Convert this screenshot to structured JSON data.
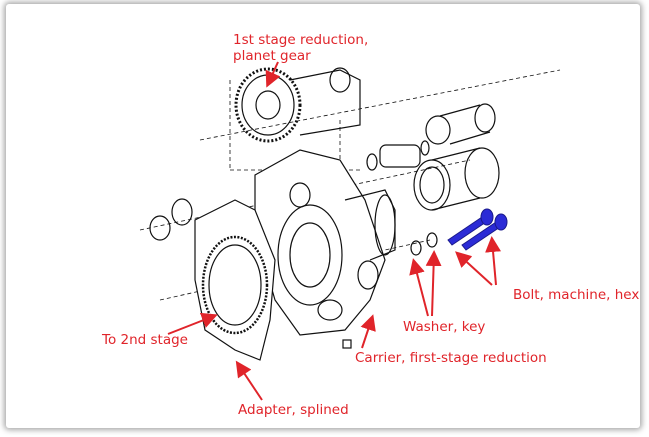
{
  "labels": {
    "planet_gear_line1": "1st stage reduction,",
    "planet_gear_line2": "planet gear",
    "bolt": "Bolt, machine, hex",
    "washer": "Washer, key",
    "to_2nd_stage": "To 2nd stage",
    "carrier": "Carrier, first-stage reduction",
    "adapter": "Adapter, splined"
  },
  "colors": {
    "label": "#e0242a",
    "bolt": "#2b2bd6",
    "line": "#111111"
  }
}
